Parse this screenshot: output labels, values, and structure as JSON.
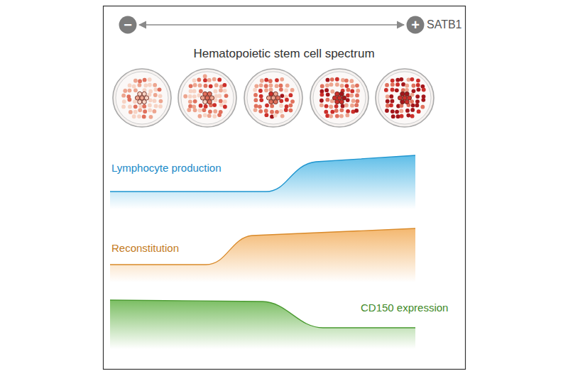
{
  "diagram": {
    "title": "Hematopoietic stem cell spectrum",
    "nodes": [
      {
        "text": [
          "−"
        ]
      },
      {
        "text": [
          "+"
        ]
      }
    ],
    "edges": [
      {
        "from": 0,
        "to": 1,
        "arrow": "both"
      }
    ],
    "labels": [
      "SATB1",
      "Lymphocyte production",
      "Reconstitution",
      "CD150 expression"
    ]
  }
}
